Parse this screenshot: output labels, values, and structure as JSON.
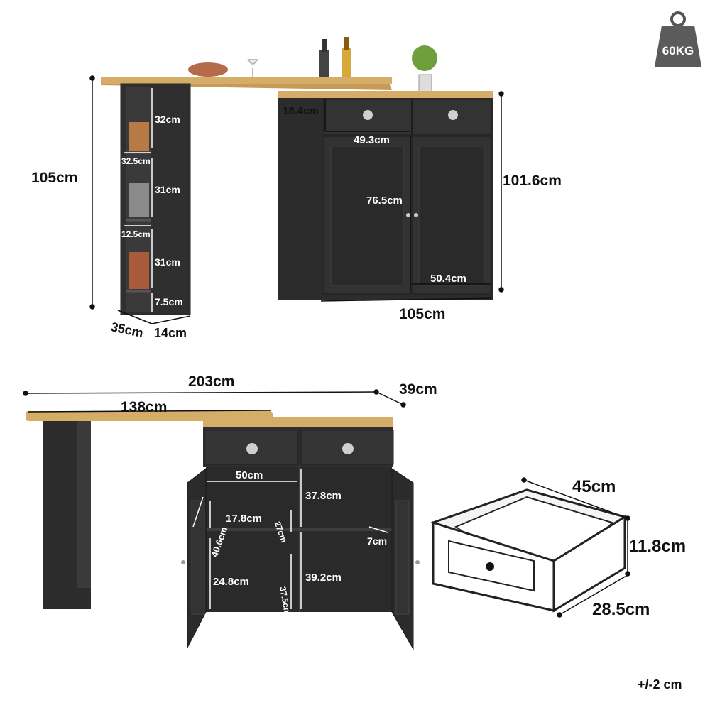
{
  "weight_badge": {
    "label": "60KG"
  },
  "tolerance": "+/-2 cm",
  "top_view": {
    "overall_height": "105cm",
    "shelf_depth": "35cm",
    "shelf_width": "14cm",
    "shelf_gap_1": "32cm",
    "shelf_depth_1": "32.5cm",
    "shelf_gap_2": "31cm",
    "shelf_depth_2": "12.5cm",
    "shelf_gap_3": "31cm",
    "base_height": "7.5cm",
    "drawer_height": "18.4cm",
    "drawer_width": "49.3cm",
    "door_height": "76.5cm",
    "door_width": "50.4cm",
    "cabinet_width": "105cm",
    "cabinet_height": "101.6cm"
  },
  "bottom_view": {
    "extended_length": "203cm",
    "depth": "39cm",
    "top_length": "138cm",
    "inner_width": "50cm",
    "upper_height": "37.8cm",
    "lower_height": "39.2cm",
    "door_rack_height": "40.6cm",
    "upper_shelf": "17.8cm",
    "lower_shelf": "24.8cm",
    "rack_upper": "27cm",
    "rack_lower": "37.5cm",
    "rack_depth": "7cm"
  },
  "drawer_view": {
    "width": "45cm",
    "height": "11.8cm",
    "depth": "28.5cm"
  }
}
